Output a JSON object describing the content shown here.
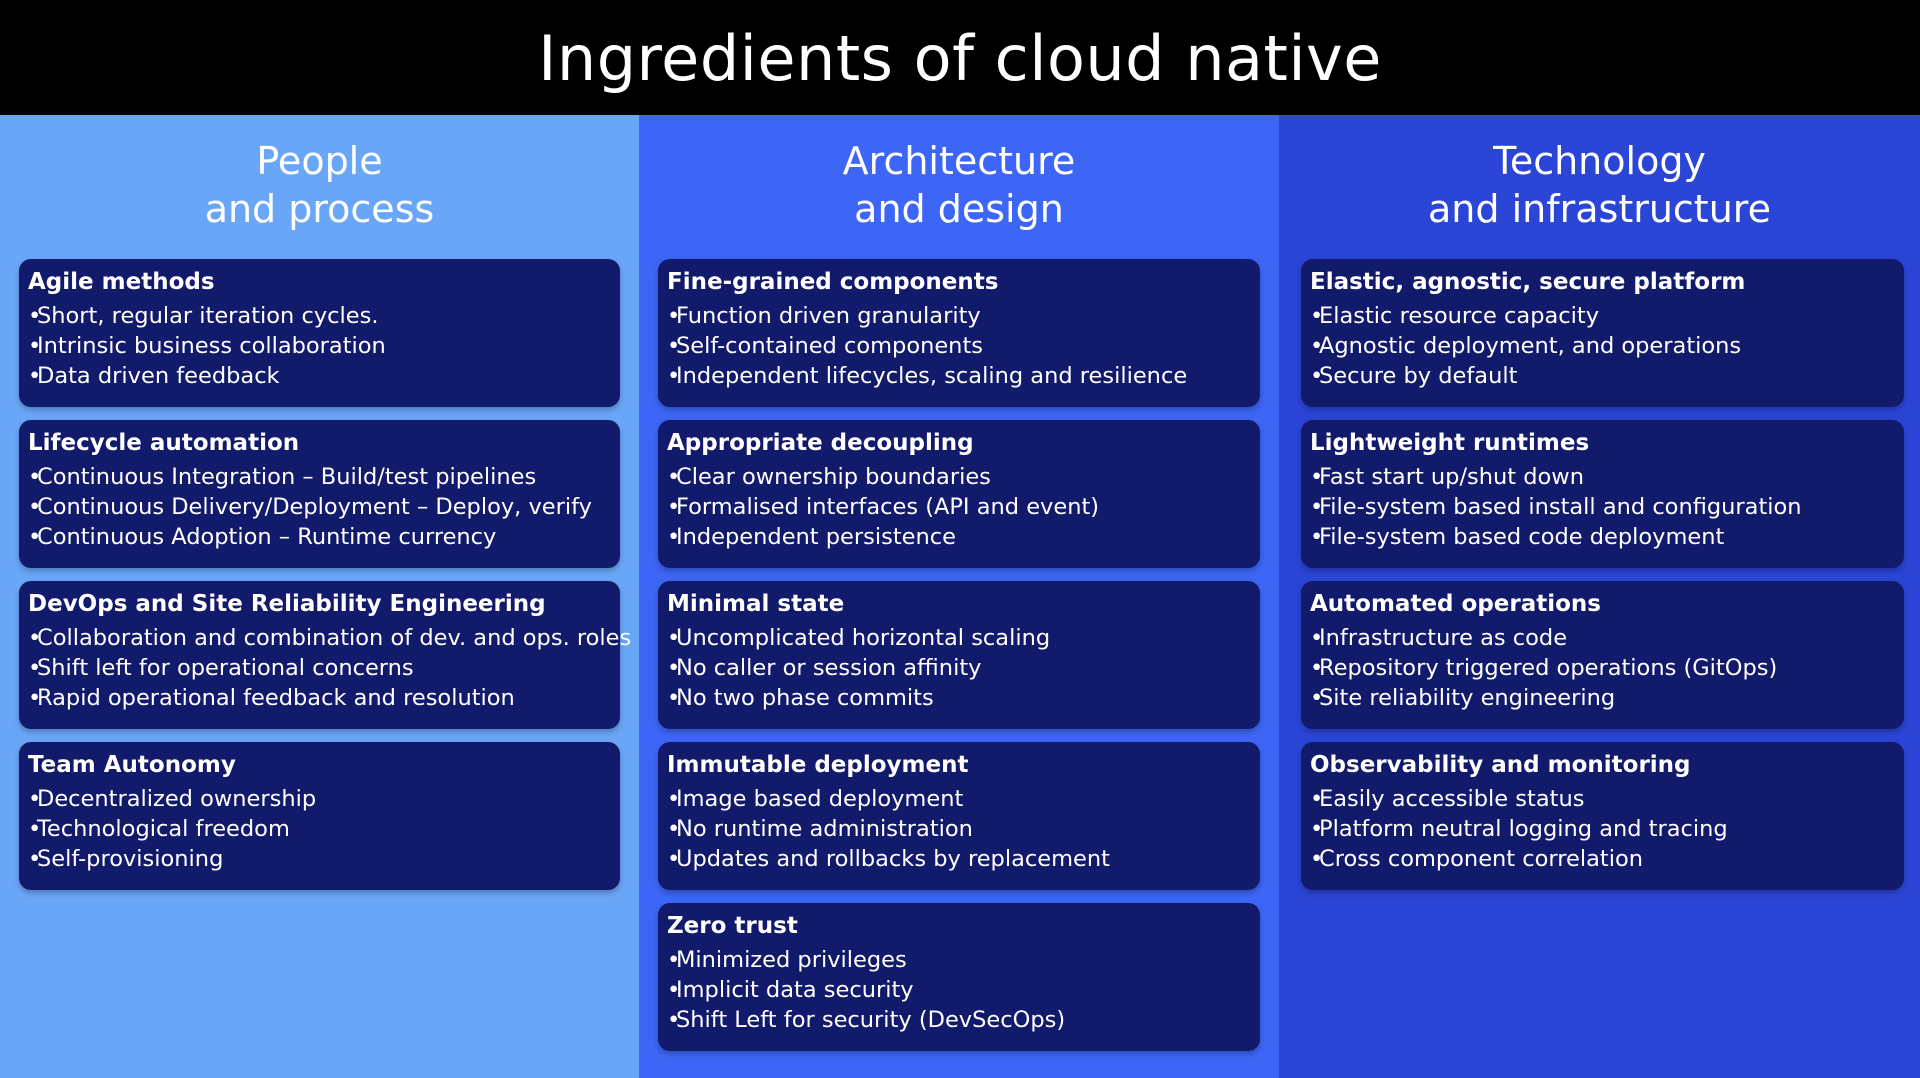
{
  "title": "Ingredients of cloud native",
  "colors": {
    "header_bg": "#000000",
    "col1_bg": "#6aa6f8",
    "col2_bg": "#3d66f6",
    "col3_bg": "#2b45d6",
    "card_bg": "#121a6b",
    "text": "#ffffff"
  },
  "columns": [
    {
      "heading_line1": "People",
      "heading_line2": "and process",
      "cards": [
        {
          "title": "Agile methods",
          "items": [
            "Short, regular iteration cycles.",
            "Intrinsic business collaboration",
            "Data driven feedback"
          ]
        },
        {
          "title": "Lifecycle automation",
          "items": [
            "Continuous Integration – Build/test pipelines",
            "Continuous Delivery/Deployment – Deploy, verify",
            "Continuous Adoption – Runtime currency"
          ]
        },
        {
          "title": "DevOps and Site Reliability Engineering",
          "items": [
            "Collaboration and combination of dev. and ops. roles",
            "Shift left for operational concerns",
            "Rapid operational feedback and resolution"
          ]
        },
        {
          "title": "Team Autonomy",
          "items": [
            "Decentralized ownership",
            "Technological freedom",
            "Self-provisioning"
          ]
        }
      ]
    },
    {
      "heading_line1": "Architecture",
      "heading_line2": "and design",
      "cards": [
        {
          "title": "Fine-grained components",
          "items": [
            "Function driven granularity",
            "Self-contained components",
            "Independent lifecycles, scaling and resilience"
          ]
        },
        {
          "title": "Appropriate decoupling",
          "items": [
            "Clear ownership boundaries",
            "Formalised interfaces (API and event)",
            "Independent persistence"
          ]
        },
        {
          "title": "Minimal state",
          "items": [
            "Uncomplicated horizontal scaling",
            "No caller or session affinity",
            "No two phase commits"
          ]
        },
        {
          "title": "Immutable deployment",
          "items": [
            "Image based deployment",
            "No runtime administration",
            "Updates and rollbacks by replacement"
          ]
        },
        {
          "title": "Zero trust",
          "items": [
            "Minimized privileges",
            "Implicit data security",
            "Shift Left for security (DevSecOps)"
          ]
        }
      ]
    },
    {
      "heading_line1": "Technology",
      "heading_line2": "and infrastructure",
      "cards": [
        {
          "title": "Elastic, agnostic, secure platform",
          "items": [
            "Elastic resource capacity",
            "Agnostic deployment, and operations",
            "Secure by default"
          ]
        },
        {
          "title": "Lightweight runtimes",
          "items": [
            "Fast start up/shut down",
            "File-system based install and configuration",
            "File-system based code deployment"
          ]
        },
        {
          "title": "Automated operations",
          "items": [
            "Infrastructure as code",
            "Repository triggered operations (GitOps)",
            "Site reliability engineering"
          ]
        },
        {
          "title": "Observability and monitoring",
          "items": [
            "Easily accessible status",
            "Platform neutral logging and tracing",
            "Cross component correlation"
          ]
        }
      ]
    }
  ]
}
